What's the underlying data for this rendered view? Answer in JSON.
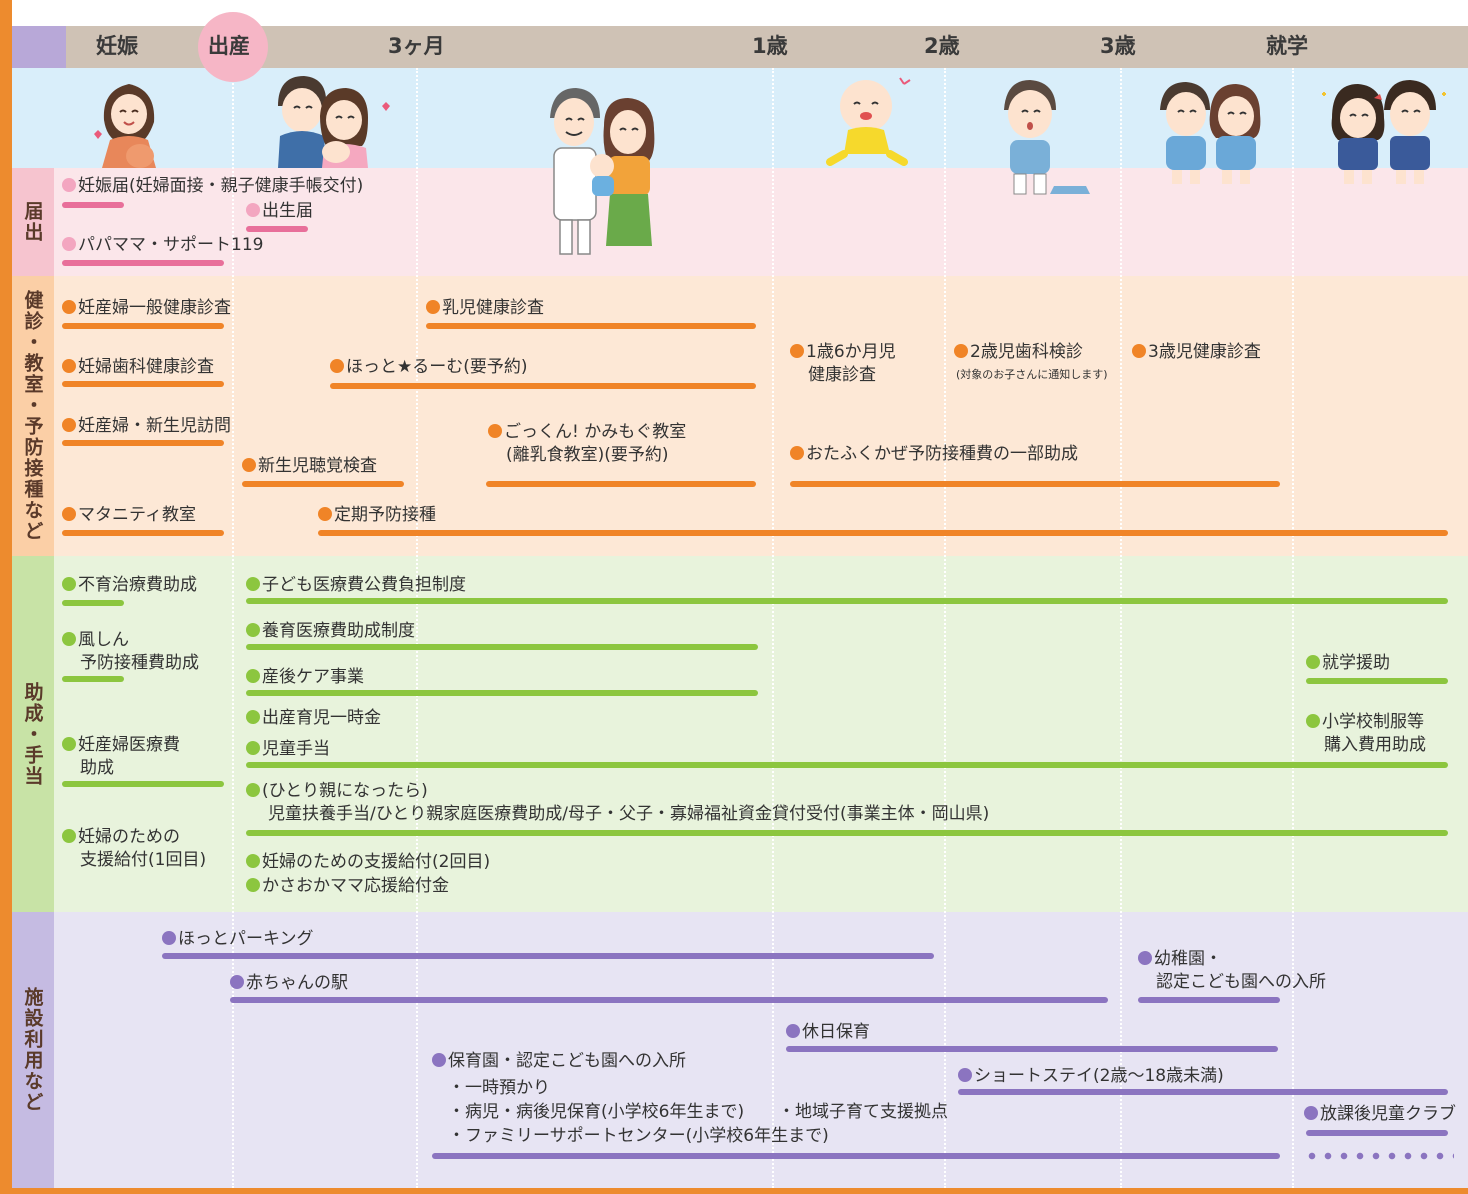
{
  "timeline": [
    "妊娠",
    "出産",
    "3ヶ月",
    "1歳",
    "2歳",
    "3歳",
    "就学"
  ],
  "sections": {
    "notification": {
      "title": "届出",
      "items": [
        "妊娠届(妊婦面接・親子健康手帳交付)",
        "出生届",
        "パパママ・サポート119"
      ]
    },
    "health": {
      "title": "健診・教室・予防接種など",
      "items": [
        "妊産婦一般健康診査",
        "乳児健康診査",
        "妊婦歯科健康診査",
        "ほっと★るーむ(要予約)",
        "1歳6か月児",
        "健康診査",
        "2歳児歯科検診",
        "(対象のお子さんに通知します)",
        "3歳児健康診査",
        "妊産婦・新生児訪問",
        "ごっくん! かみもぐ教室",
        "(離乳食教室)(要予約)",
        "新生児聴覚検査",
        "おたふくかぜ予防接種費の一部助成",
        "マタニティ教室",
        "定期予防接種"
      ]
    },
    "support": {
      "title": "助成・手当",
      "items": [
        "不育治療費助成",
        "子ども医療費公費負担制度",
        "風しん",
        "予防接種費助成",
        "養育医療費助成制度",
        "就学援助",
        "産後ケア事業",
        "出産育児一時金",
        "妊産婦医療費",
        "助成",
        "小学校制服等",
        "購入費用助成",
        "児童手当",
        "(ひとり親になったら)",
        "児童扶養手当/ひとり親家庭医療費助成/母子・父子・寡婦福祉資金貸付受付(事業主体・岡山県)",
        "妊婦のための",
        "支援給付(1回目)",
        "妊婦のための支援給付(2回目)",
        "かさおかママ応援給付金"
      ]
    },
    "facilities": {
      "title": "施設利用など",
      "items": [
        "ほっとパーキング",
        "幼稚園・",
        "認定こども園への入所",
        "赤ちゃんの駅",
        "休日保育",
        "保育園・認定こども園への入所",
        "ショートステイ(2歳〜18歳未満)",
        "・一時預かり",
        "・病児・病後児保育(小学校6年生まで)",
        "・地域子育て支援拠点",
        "・ファミリーサポートセンター(小学校6年生まで)",
        "放課後児童クラブ"
      ]
    }
  },
  "colors": {
    "header": "#cfc2b5",
    "notification_bg": "#fbe6ea",
    "health_bg": "#fde8d6",
    "support_bg": "#e8f3dc",
    "facilities_bg": "#e7e4f3",
    "illustration_bg": "#d9eefa",
    "pink": "#e86f9a",
    "orange": "#f08427",
    "green": "#8cc63f",
    "purple": "#8b74c0"
  }
}
